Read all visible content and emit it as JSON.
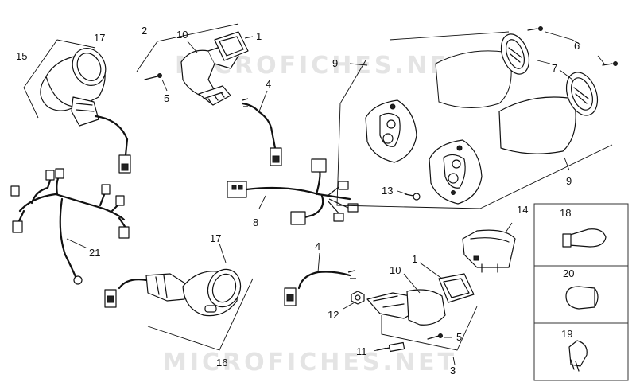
{
  "watermark": "MICROFICHES.NET",
  "callouts": {
    "c1a": "1",
    "c1b": "1",
    "c2": "2",
    "c3": "3",
    "c4a": "4",
    "c4b": "4",
    "c5a": "5",
    "c5b": "5",
    "c6": "6",
    "c7": "7",
    "c8": "8",
    "c9a": "9",
    "c9b": "9",
    "c10a": "10",
    "c10b": "10",
    "c11": "11",
    "c12": "12",
    "c13": "13",
    "c14": "14",
    "c15": "15",
    "c16": "16",
    "c17a": "17",
    "c17b": "17",
    "c18": "18",
    "c19": "19",
    "c20": "20",
    "c21": "21"
  }
}
